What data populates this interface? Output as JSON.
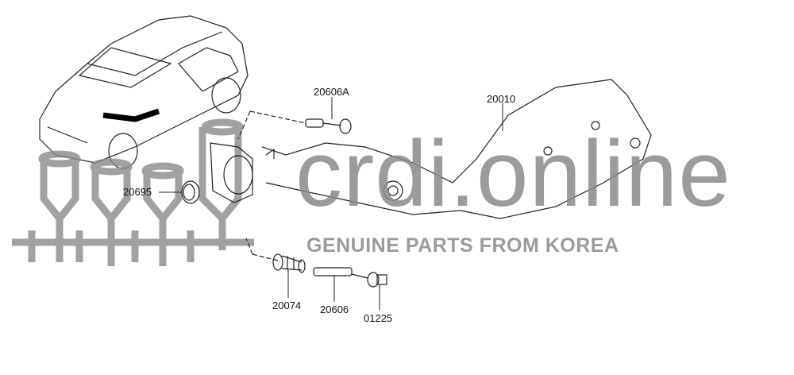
{
  "callouts": {
    "p20606A": "20606A",
    "p20010": "20010",
    "p20695": "20695",
    "p20074": "20074",
    "p20606": "20606",
    "p01225": "01225"
  },
  "watermark": {
    "brand": "crdi.online",
    "tagline": "GENUINE PARTS FROM KOREA"
  }
}
